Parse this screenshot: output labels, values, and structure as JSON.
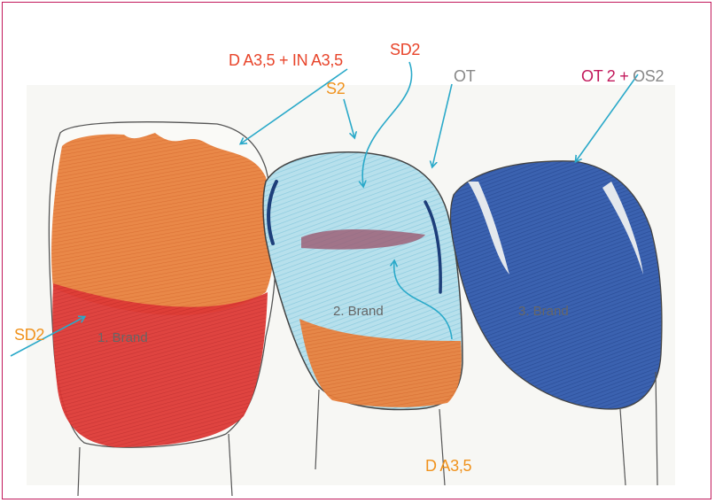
{
  "annotations": {
    "top_center": {
      "part1": "D A3,5",
      "part2": "+ IN A3,5"
    },
    "sd2_top": "SD2",
    "s2": "S2",
    "ot": "OT",
    "right_label": {
      "part1": "OT 2",
      "plus": "+",
      "part2": "OS2"
    },
    "sd2_left": "SD2",
    "bottom": "D A3,5"
  },
  "teeth": [
    {
      "label": "1. Brand"
    },
    {
      "label": "2. Brand"
    },
    {
      "label": "3. Brand"
    }
  ],
  "colors": {
    "frame": "#c2185b",
    "label_red": "#e8442a",
    "label_orange": "#f0921c",
    "label_magenta": "#c2185b",
    "label_gray": "#888888",
    "arrow": "#2aa9c9",
    "tooth1_orange": "#e8823f",
    "tooth1_red": "#de3a36",
    "tooth2_blue": "#a8d8e6",
    "tooth2_orange": "#e8823f",
    "tooth3_blue": "#3b62b0"
  }
}
